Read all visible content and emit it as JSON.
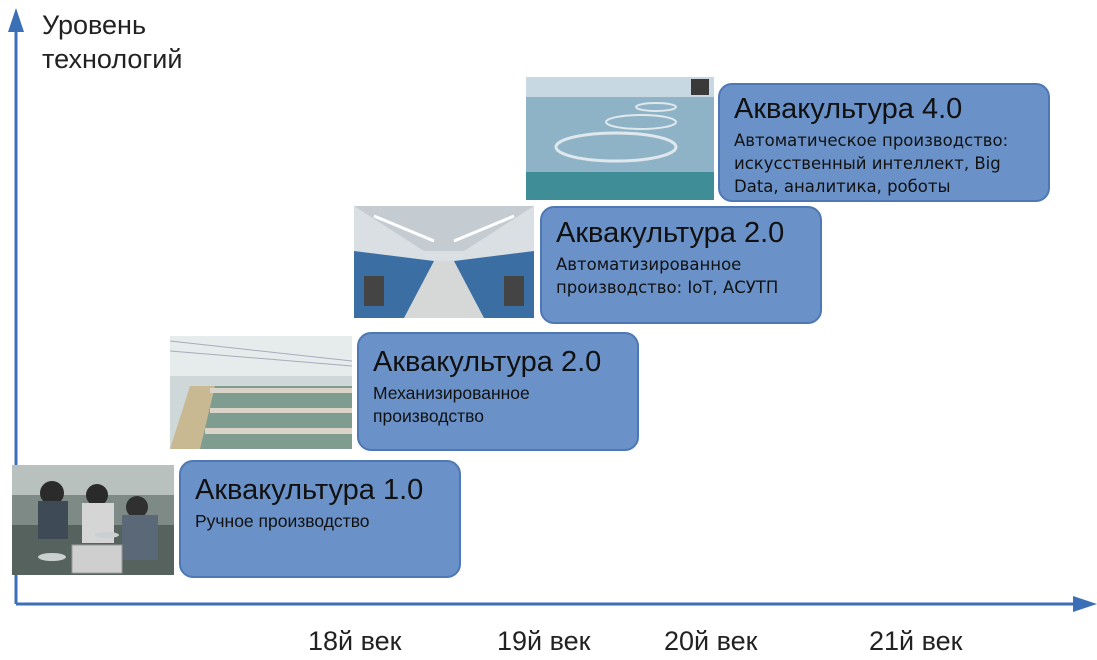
{
  "axis": {
    "y_label": [
      "Уровень",
      "технологий"
    ],
    "x_ticks": [
      "18й век",
      "19й век",
      "20й век",
      "21й век"
    ],
    "color": "#3b6fb6"
  },
  "stages": [
    {
      "title": "Аквакультура 1.0",
      "desc": "Ручное производство",
      "photo": "manual-fish-sorting"
    },
    {
      "title": "Аквакультура 2.0",
      "desc": "Механизированное производство",
      "photo": "outdoor-fish-ponds"
    },
    {
      "title": "Аквакультура 2.0",
      "desc": "Автоматизированное производство: IoT, АСУТП",
      "photo": "indoor-fish-farm-hall"
    },
    {
      "title": "Аквакультура 4.0",
      "desc": "Автоматическое производство: искусственный интеллект, Big Data, аналитика, роботы",
      "photo": "offshore-sea-cages"
    }
  ],
  "colors": {
    "box_fill": "#6a92c8",
    "box_border": "#4d78b3"
  }
}
